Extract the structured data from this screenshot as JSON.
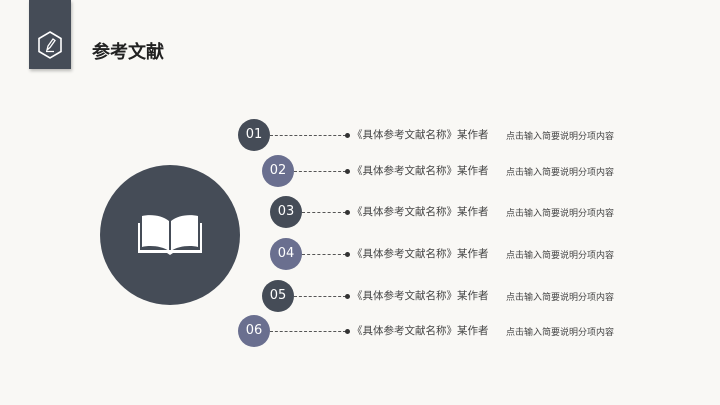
{
  "title": "参考文献",
  "colors": {
    "dark": "#454c57",
    "accent": "#6a6f8f"
  },
  "icons": {
    "tab": "pencil-hexagon-icon",
    "center": "open-book-icon"
  },
  "items": [
    {
      "num": "01",
      "ref": "《具体参考文献名称》某作者",
      "desc": "点击输入简要说明分项内容",
      "color": "#454c57"
    },
    {
      "num": "02",
      "ref": "《具体参考文献名称》某作者",
      "desc": "点击输入简要说明分项内容",
      "color": "#6a6f8f"
    },
    {
      "num": "03",
      "ref": "《具体参考文献名称》某作者",
      "desc": "点击输入简要说明分项内容",
      "color": "#454c57"
    },
    {
      "num": "04",
      "ref": "《具体参考文献名称》某作者",
      "desc": "点击输入简要说明分项内容",
      "color": "#6a6f8f"
    },
    {
      "num": "05",
      "ref": "《具体参考文献名称》某作者",
      "desc": "点击输入简要说明分项内容",
      "color": "#454c57"
    },
    {
      "num": "06",
      "ref": "《具体参考文献名称》某作者",
      "desc": "点击输入简要说明分项内容",
      "color": "#6a6f8f"
    }
  ]
}
